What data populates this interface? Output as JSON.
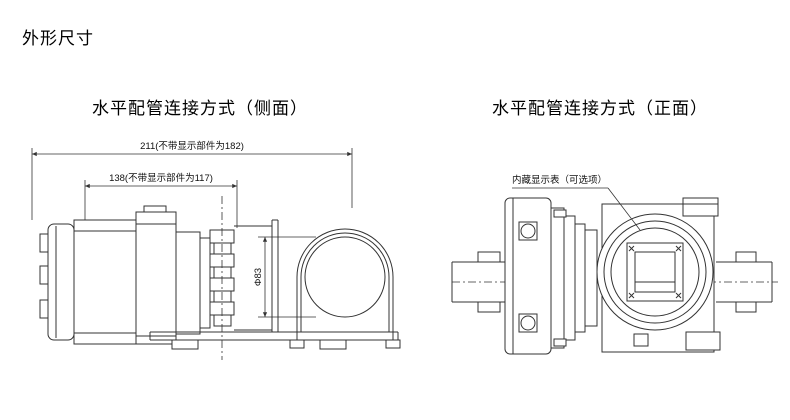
{
  "page": {
    "title": "外形尺寸"
  },
  "left_diagram": {
    "title": "水平配管连接方式（侧面）",
    "dim_overall": "211(不带显示部件为182)",
    "dim_inner": "138(不带显示部件为117)",
    "dim_diameter": "Φ83"
  },
  "right_diagram": {
    "title": "水平配管连接方式（正面）",
    "label_display": "内藏显示表（可选项）"
  }
}
